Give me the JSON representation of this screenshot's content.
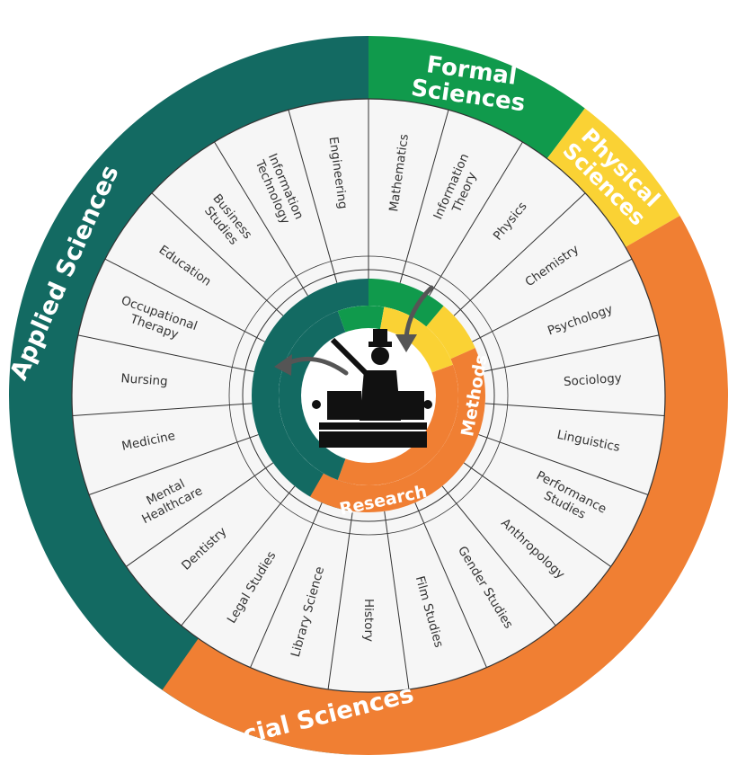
{
  "colors": {
    "applied": "#136a62",
    "formal": "#109a4c",
    "physical": "#fad234",
    "social": "#f07f33",
    "panel": "#f6f6f6",
    "line": "#333333"
  },
  "categories": [
    {
      "id": "applied",
      "label": "Applied Sciences",
      "color": "#136a62",
      "start": 183,
      "end": 360,
      "inner_start": 190,
      "inner_end": 362
    },
    {
      "id": "formal",
      "label": "Formal Sciences",
      "lines": [
        "Formal",
        "Sciences"
      ],
      "color": "#109a4c",
      "start": 0,
      "end": 37,
      "inner_start": 0,
      "inner_end": 40
    },
    {
      "id": "physical",
      "label": "Physical Sciences",
      "lines": [
        "Physical",
        "Sciences"
      ],
      "color": "#fad234",
      "start": 37,
      "end": 60,
      "inner_start": 40,
      "inner_end": 66
    },
    {
      "id": "social",
      "label": "Social Sciences",
      "color": "#f07f33",
      "start": 60,
      "end": 215,
      "inner_start": 66,
      "inner_end": 210
    }
  ],
  "fields": [
    {
      "label": "Mathematics",
      "lines": [
        "Mathematics"
      ]
    },
    {
      "label": "Information Theory",
      "lines": [
        "Information",
        "Theory"
      ]
    },
    {
      "label": "Physics",
      "lines": [
        "Physics"
      ]
    },
    {
      "label": "Chemistry",
      "lines": [
        "Chemistry"
      ]
    },
    {
      "label": "Psychology",
      "lines": [
        "Psychology"
      ]
    },
    {
      "label": "Sociology",
      "lines": [
        "Sociology"
      ]
    },
    {
      "label": "Linguistics",
      "lines": [
        "Linguistics"
      ]
    },
    {
      "label": "Performance Studies",
      "lines": [
        "Performance",
        "Studies"
      ]
    },
    {
      "label": "Anthropology",
      "lines": [
        "Anthropology"
      ]
    },
    {
      "label": "Gender Studies",
      "lines": [
        "Gender Studies"
      ]
    },
    {
      "label": "Film Studies",
      "lines": [
        "Film Studies"
      ]
    },
    {
      "label": "History",
      "lines": [
        "History"
      ]
    },
    {
      "label": "Library Science",
      "lines": [
        "Library Science"
      ]
    },
    {
      "label": "Legal Studies",
      "lines": [
        "Legal Studies"
      ]
    },
    {
      "label": "Dentistry",
      "lines": [
        "Dentistry"
      ]
    },
    {
      "label": "Mental Healthcare",
      "lines": [
        "Mental",
        "Healthcare"
      ]
    },
    {
      "label": "Medicine",
      "lines": [
        "Medicine"
      ]
    },
    {
      "label": "Nursing",
      "lines": [
        "Nursing"
      ]
    },
    {
      "label": "Occupational Therapy",
      "lines": [
        "Occupational",
        "Therapy"
      ]
    },
    {
      "label": "Education",
      "lines": [
        "Education"
      ]
    },
    {
      "label": "Business Studies",
      "lines": [
        "Business",
        "Studies"
      ]
    },
    {
      "label": "Information Technology",
      "lines": [
        "Information",
        "Technology"
      ]
    },
    {
      "label": "Engineering",
      "lines": [
        "Engineering"
      ]
    }
  ],
  "core": {
    "methods_label": "Methods",
    "research_label": "Research",
    "icon": "researcher-at-desk-icon"
  }
}
